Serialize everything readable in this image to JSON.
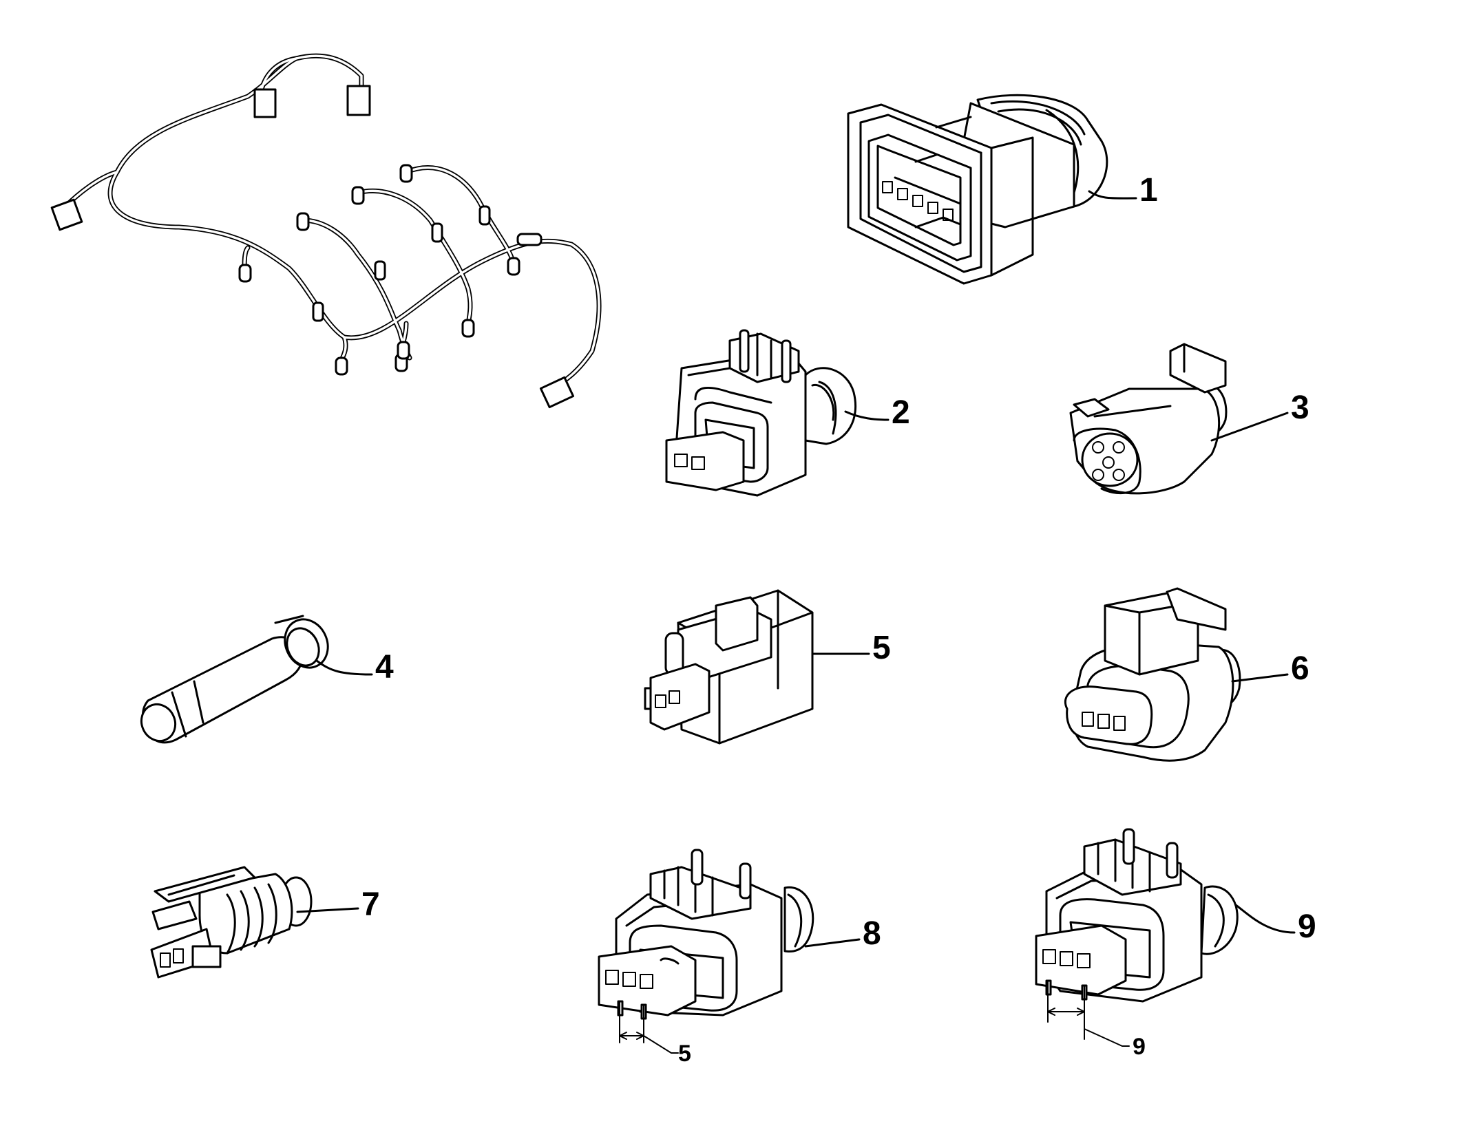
{
  "callouts": [
    "1",
    "2",
    "3",
    "4",
    "5",
    "6",
    "7",
    "8",
    "9"
  ],
  "dimensions": [
    "5",
    "9"
  ],
  "colors": {
    "line": "#000000",
    "background": "#ffffff"
  }
}
